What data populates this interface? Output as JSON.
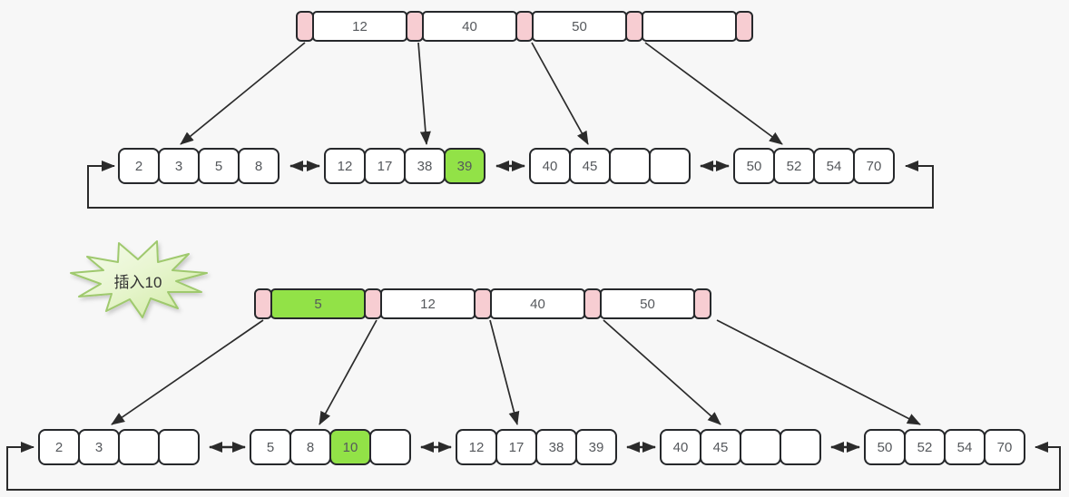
{
  "annotation": {
    "label": "插入10"
  },
  "colors": {
    "pink": "#f7cdd2",
    "green": "#92e247",
    "line": "#2b2b2b",
    "cell_border": "#26282b",
    "star_fill_light": "#f3fae6",
    "star_fill_dark": "#d4edab",
    "star_stroke": "#9fc96e"
  },
  "tree_before": {
    "internal": {
      "keys": [
        "12",
        "40",
        "50",
        ""
      ],
      "highlight": []
    },
    "leaves": [
      {
        "cells": [
          "2",
          "3",
          "5",
          "8"
        ],
        "highlight": []
      },
      {
        "cells": [
          "12",
          "17",
          "38",
          "39"
        ],
        "highlight": [
          3
        ]
      },
      {
        "cells": [
          "40",
          "45",
          "",
          ""
        ],
        "highlight": []
      },
      {
        "cells": [
          "50",
          "52",
          "54",
          "70"
        ],
        "highlight": []
      }
    ]
  },
  "tree_after": {
    "internal": {
      "keys": [
        "5",
        "12",
        "40",
        "50"
      ],
      "highlight": [
        0
      ]
    },
    "leaves": [
      {
        "cells": [
          "2",
          "3",
          "",
          ""
        ],
        "highlight": []
      },
      {
        "cells": [
          "5",
          "8",
          "10",
          ""
        ],
        "highlight": [
          2
        ]
      },
      {
        "cells": [
          "12",
          "17",
          "38",
          "39"
        ],
        "highlight": []
      },
      {
        "cells": [
          "40",
          "45",
          "",
          ""
        ],
        "highlight": []
      },
      {
        "cells": [
          "50",
          "52",
          "54",
          "70"
        ],
        "highlight": []
      }
    ]
  }
}
